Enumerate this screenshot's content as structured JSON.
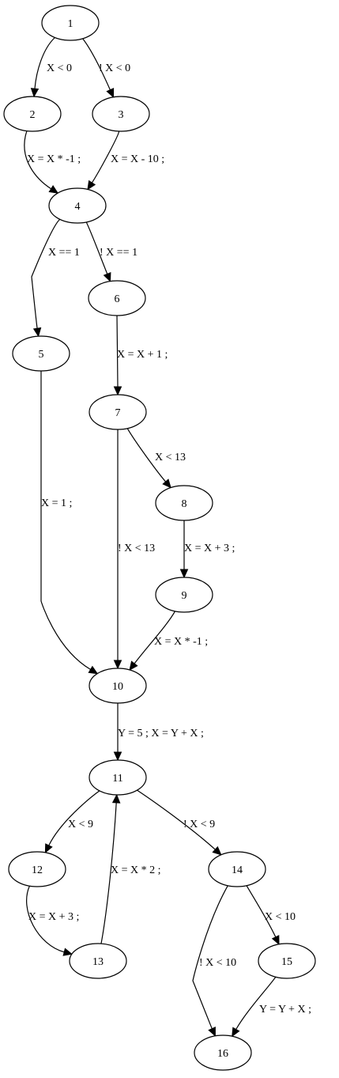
{
  "nodes": [
    {
      "id": "1",
      "label": "1"
    },
    {
      "id": "2",
      "label": "2"
    },
    {
      "id": "3",
      "label": "3"
    },
    {
      "id": "4",
      "label": "4"
    },
    {
      "id": "5",
      "label": "5"
    },
    {
      "id": "6",
      "label": "6"
    },
    {
      "id": "7",
      "label": "7"
    },
    {
      "id": "8",
      "label": "8"
    },
    {
      "id": "9",
      "label": "9"
    },
    {
      "id": "10",
      "label": "10"
    },
    {
      "id": "11",
      "label": "11"
    },
    {
      "id": "12",
      "label": "12"
    },
    {
      "id": "13",
      "label": "13"
    },
    {
      "id": "14",
      "label": "14"
    },
    {
      "id": "15",
      "label": "15"
    },
    {
      "id": "16",
      "label": "16"
    }
  ],
  "edges": [
    {
      "from": "1",
      "to": "2",
      "label": "X < 0"
    },
    {
      "from": "1",
      "to": "3",
      "label": "! X < 0"
    },
    {
      "from": "2",
      "to": "4",
      "label": "X = X * -1 ;"
    },
    {
      "from": "3",
      "to": "4",
      "label": "X = X - 10 ;"
    },
    {
      "from": "4",
      "to": "5",
      "label": "X == 1"
    },
    {
      "from": "4",
      "to": "6",
      "label": "! X == 1"
    },
    {
      "from": "6",
      "to": "7",
      "label": "X = X + 1 ;"
    },
    {
      "from": "5",
      "to": "10",
      "label": "X = 1 ;"
    },
    {
      "from": "7",
      "to": "8",
      "label": "X < 13"
    },
    {
      "from": "7",
      "to": "10",
      "label": "! X < 13"
    },
    {
      "from": "8",
      "to": "9",
      "label": "X = X + 3 ;"
    },
    {
      "from": "9",
      "to": "10",
      "label": "X = X * -1 ;"
    },
    {
      "from": "10",
      "to": "11",
      "label": "Y = 5 ; X = Y + X ;"
    },
    {
      "from": "11",
      "to": "12",
      "label": "X < 9"
    },
    {
      "from": "11",
      "to": "14",
      "label": "! X < 9"
    },
    {
      "from": "12",
      "to": "13",
      "label": "X = X + 3 ;"
    },
    {
      "from": "13",
      "to": "11",
      "label": "X = X * 2 ;"
    },
    {
      "from": "14",
      "to": "15",
      "label": "X < 10"
    },
    {
      "from": "14",
      "to": "16",
      "label": "! X < 10"
    },
    {
      "from": "15",
      "to": "16",
      "label": "Y = Y + X ;"
    }
  ]
}
